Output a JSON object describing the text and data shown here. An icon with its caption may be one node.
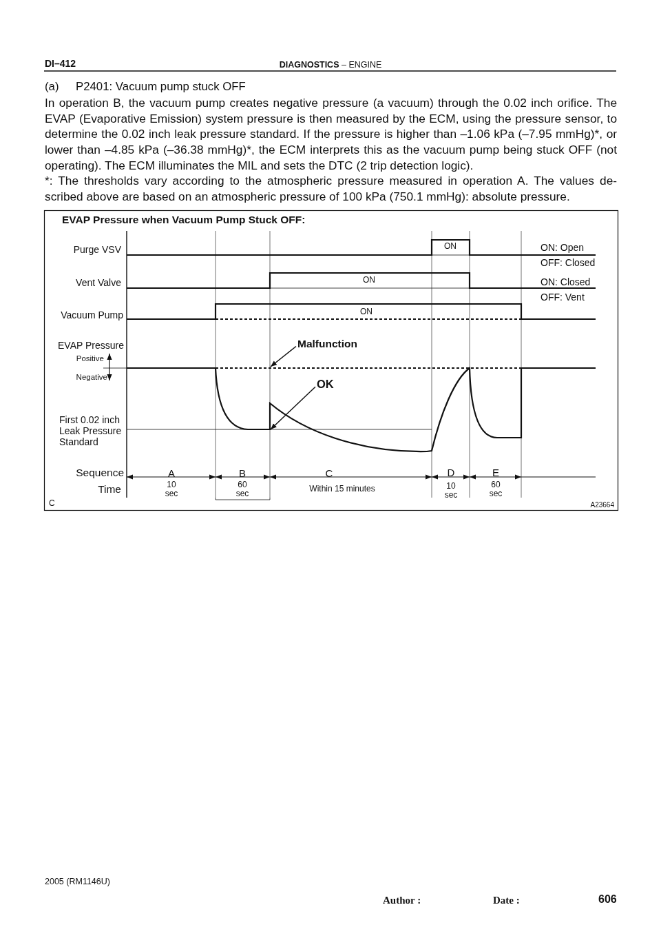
{
  "diagram": {
    "title": "EVAP Pressure when Vacuum Pump Stuck OFF:",
    "nodes": [
      {
        "text": [
          "Malfunction"
        ]
      },
      {
        "text": [
          "OK"
        ]
      }
    ],
    "edges": [
      {
        "from": 0,
        "to": null,
        "arrow": "to"
      },
      {
        "from": 1,
        "to": null,
        "arrow": "to"
      }
    ],
    "labels": [
      "DI–412",
      "**DIAGNOSTICS** – ENGINE",
      "(a)",
      "P2401: Vacuum pump stuck OFF",
      "In operation B, the vacuum pump creates negative pressure (a vacuum) through the 0.02 inch orifice. The EVAP (Evaporative Emission) system pressure is then measured by the ECM, using the pressure sensor, to determine the 0.02 inch leak pressure standard. If the pressure is higher than –1.06 kPa (–7.95 mmHg)*, or lower than –4.85 kPa (–36.38 mmHg)*, the ECM interprets this as the vacuum pump being stuck OFF (not operating). The ECM illuminates the MIL and sets the DTC (2 trip detection logic).",
      "*: The thresholds vary according to the atmospheric pressure measured in operation A. The values de- scribed above are based on an atmospheric pressure of 100 kPa (750.1 mmHg): absolute pressure.",
      "Purge VSV",
      "ON",
      "ON: Open",
      "OFF: Closed",
      "Vent Valve",
      "ON",
      "ON: Closed",
      "OFF: Vent",
      "Vacuum Pump",
      "ON",
      "EVAP Pressure",
      "Positive",
      "Negative",
      "First 0.02 inch Leak Pressure Standard",
      "Sequence",
      "A",
      "B",
      "C",
      "D",
      "E",
      "Time",
      "10 sec",
      "60 sec",
      "Within 15 minutes",
      "10 sec",
      "60 sec",
      "C",
      "A23664",
      "2005 (RM1146U)",
      "Author :",
      "Date :",
      "606"
    ]
  }
}
